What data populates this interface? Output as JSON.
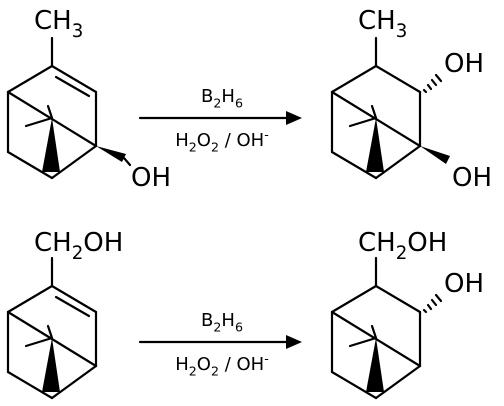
{
  "reactions": [
    {
      "reactant": {
        "substituent": "CH3",
        "hydroxyl": "OH"
      },
      "reagent_line1": "B2H6",
      "reagent_line2": "H2O2 / OH-",
      "product": {
        "substituent": "CH3",
        "hydroxyl_1": "OH",
        "hydroxyl_2": "OH"
      }
    },
    {
      "reactant": {
        "substituent": "CH2OH"
      },
      "reagent_line1": "B2H6",
      "reagent_line2": "H2O2 / OH-",
      "product": {
        "substituent": "CH2OH",
        "hydroxyl_1": "OH"
      }
    }
  ]
}
